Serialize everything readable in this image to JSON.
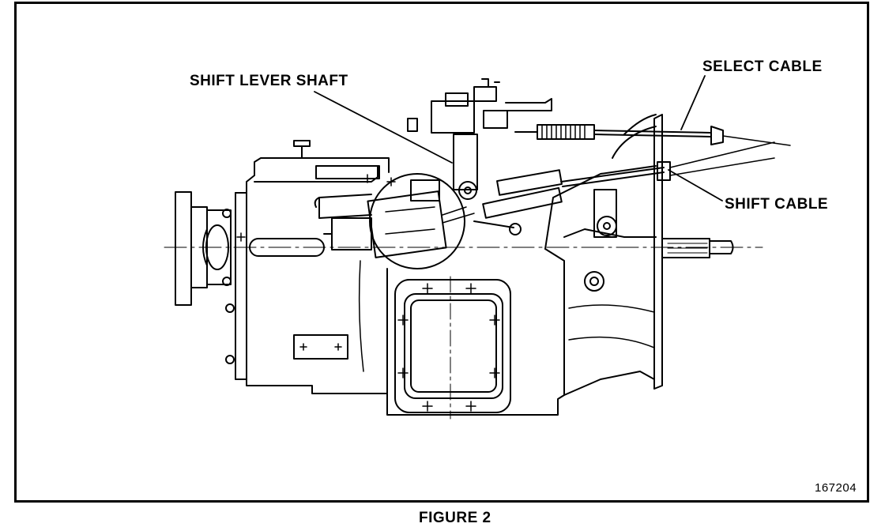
{
  "labels": {
    "shift_lever_shaft": "SHIFT LEVER SHAFT",
    "select_cable": "SELECT CABLE",
    "shift_cable": "SHIFT CABLE",
    "figure_number": "167204"
  },
  "caption": "FIGURE 2"
}
